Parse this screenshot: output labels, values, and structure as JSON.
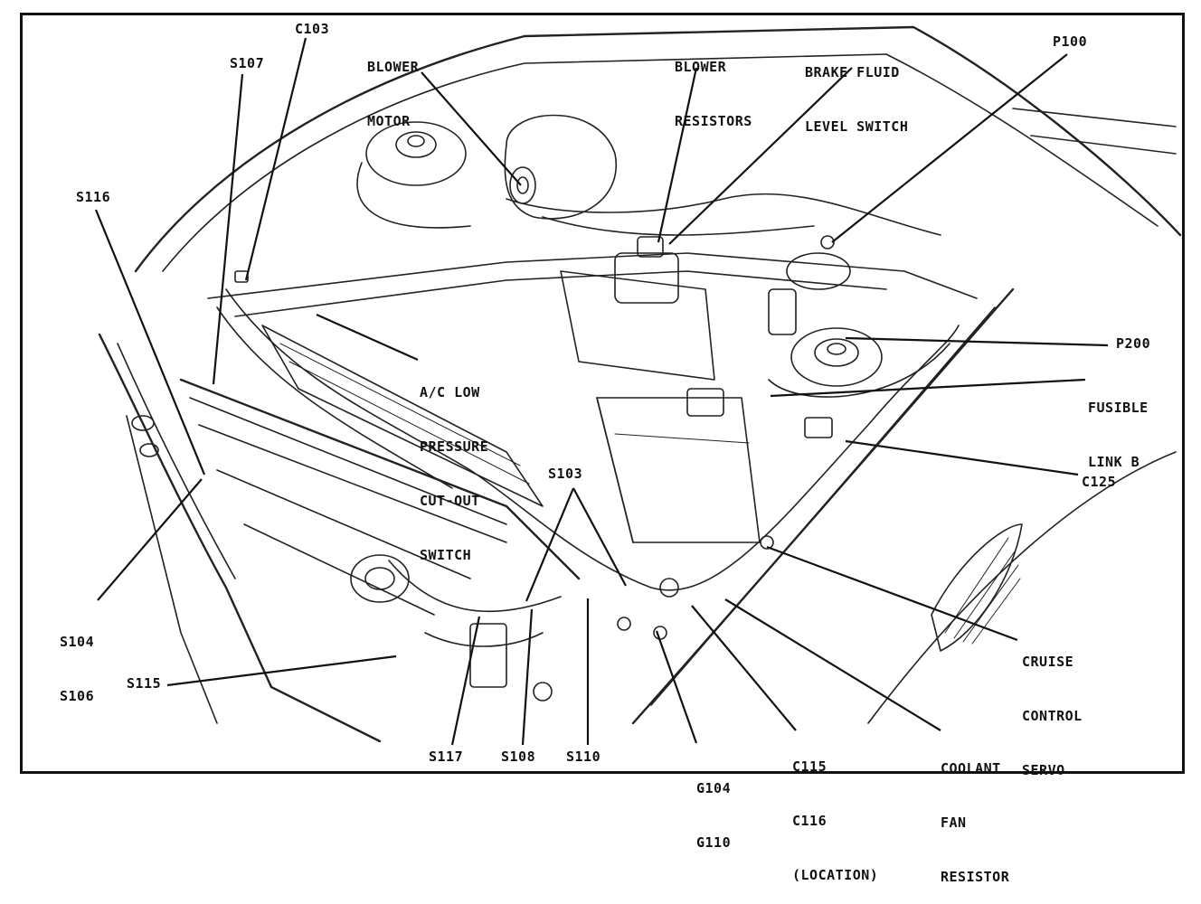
{
  "labels": {
    "blower_motor": [
      "BLOWER",
      "MOTOR"
    ],
    "blower_resistors": [
      "BLOWER",
      "RESISTORS"
    ],
    "brake_fluid": [
      "BRAKE FLUID",
      "LEVEL SWITCH"
    ],
    "c103": "C103",
    "s107": "S107",
    "s116": "S116",
    "p100": "P100",
    "p200": "P200",
    "fusible_link": [
      "FUSIBLE",
      "LINK B"
    ],
    "c125": "C125",
    "ac_switch": [
      "A/C LOW",
      "PRESSURE",
      "CUT-OUT",
      "SWITCH"
    ],
    "s103": "S103",
    "s104_s106": [
      "S104",
      "S106"
    ],
    "cruise_servo": [
      "CRUISE",
      "CONTROL",
      "SERVO"
    ],
    "s115": "S115",
    "s117": "S117",
    "s108": "S108",
    "s110": "S110",
    "g104_g110": [
      "G104",
      "G110"
    ],
    "c115_c116": [
      "C115",
      "C116",
      "(LOCATION)"
    ],
    "coolant_fan": [
      "COOLANT",
      "FAN",
      "RESISTOR"
    ]
  },
  "colors": {
    "ink": "#111111",
    "paper": "#ffffff"
  }
}
